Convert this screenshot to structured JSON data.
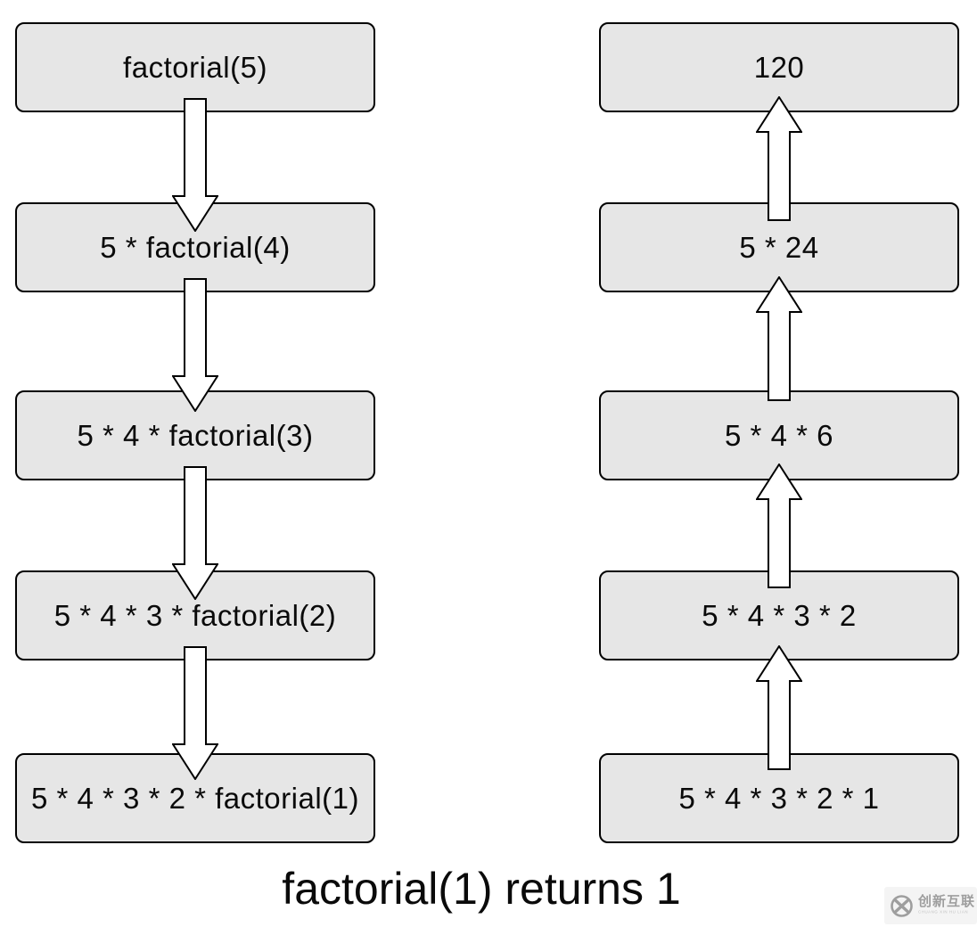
{
  "diagram": {
    "caption": "factorial(1) returns 1",
    "call_steps": [
      "factorial(5)",
      "5 * factorial(4)",
      "5 * 4 * factorial(3)",
      "5 * 4 * 3 * factorial(2)",
      "5 * 4 * 3 * 2 * factorial(1)"
    ],
    "return_steps": [
      "120",
      "5 * 24",
      "5 * 4 * 6",
      "5 * 4 * 3 * 2",
      "5 * 4 * 3 * 2 * 1"
    ],
    "colors": {
      "box_fill": "#e6e6e6",
      "box_border": "#000000",
      "arrow_fill": "#ffffff",
      "arrow_border": "#000000",
      "text": "#0a0a0a",
      "background": "#ffffff",
      "watermark_gray": "#9e9e9e"
    }
  },
  "watermark": {
    "brand": "创新互联",
    "subtext": "CHUANG XIN HU LIAN"
  }
}
